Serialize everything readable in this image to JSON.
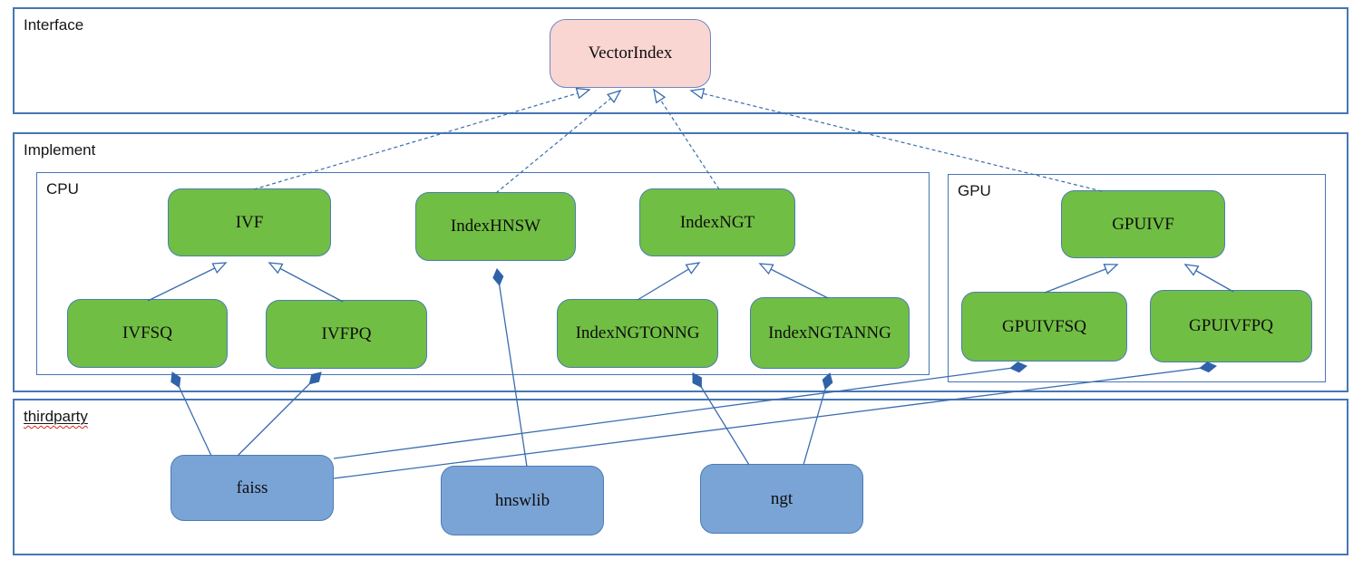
{
  "diagram": {
    "groups": {
      "interface": {
        "label": "Interface"
      },
      "implement": {
        "label": "Implement"
      },
      "cpu": {
        "label": "CPU"
      },
      "gpu": {
        "label": "GPU"
      },
      "thirdparty": {
        "label": "thirdparty"
      }
    },
    "nodes": {
      "vectorindex": {
        "label": "VectorIndex",
        "group": "interface",
        "kind": "interface"
      },
      "ivf": {
        "label": "IVF",
        "group": "cpu",
        "kind": "class"
      },
      "indexhnsw": {
        "label": "IndexHNSW",
        "group": "cpu",
        "kind": "class"
      },
      "indexngt": {
        "label": "IndexNGT",
        "group": "cpu",
        "kind": "class"
      },
      "ivfsq": {
        "label": "IVFSQ",
        "group": "cpu",
        "kind": "class"
      },
      "ivfpq": {
        "label": "IVFPQ",
        "group": "cpu",
        "kind": "class"
      },
      "indexngtonng": {
        "label": "IndexNGTONNG",
        "group": "cpu",
        "kind": "class"
      },
      "indexngtanng": {
        "label": "IndexNGTANNG",
        "group": "cpu",
        "kind": "class"
      },
      "gpuivf": {
        "label": "GPUIVF",
        "group": "gpu",
        "kind": "class"
      },
      "gpuivfsq": {
        "label": "GPUIVFSQ",
        "group": "gpu",
        "kind": "class"
      },
      "gpuivfpq": {
        "label": "GPUIVFPQ",
        "group": "gpu",
        "kind": "class"
      },
      "faiss": {
        "label": "faiss",
        "group": "thirdparty",
        "kind": "library"
      },
      "hnswlib": {
        "label": "hnswlib",
        "group": "thirdparty",
        "kind": "library"
      },
      "ngt": {
        "label": "ngt",
        "group": "thirdparty",
        "kind": "library"
      }
    },
    "edges": [
      {
        "from": "IVF",
        "to": "VectorIndex",
        "type": "realization-dashed-hollow-arrow"
      },
      {
        "from": "IndexHNSW",
        "to": "VectorIndex",
        "type": "realization-dashed-hollow-arrow"
      },
      {
        "from": "IndexNGT",
        "to": "VectorIndex",
        "type": "realization-dashed-hollow-arrow"
      },
      {
        "from": "GPUIVF",
        "to": "VectorIndex",
        "type": "realization-dashed-hollow-arrow"
      },
      {
        "from": "IVFSQ",
        "to": "IVF",
        "type": "generalization-hollow-arrow"
      },
      {
        "from": "IVFPQ",
        "to": "IVF",
        "type": "generalization-hollow-arrow"
      },
      {
        "from": "IndexNGTONNG",
        "to": "IndexNGT",
        "type": "generalization-hollow-arrow"
      },
      {
        "from": "IndexNGTANNG",
        "to": "IndexNGT",
        "type": "generalization-hollow-arrow"
      },
      {
        "from": "GPUIVFSQ",
        "to": "GPUIVF",
        "type": "generalization-hollow-arrow"
      },
      {
        "from": "GPUIVFPQ",
        "to": "GPUIVF",
        "type": "generalization-hollow-arrow"
      },
      {
        "from": "faiss",
        "to": "IVFSQ",
        "type": "composition-filled-diamond"
      },
      {
        "from": "faiss",
        "to": "IVFPQ",
        "type": "composition-filled-diamond"
      },
      {
        "from": "faiss",
        "to": "GPUIVFSQ",
        "type": "composition-filled-diamond"
      },
      {
        "from": "faiss",
        "to": "GPUIVFPQ",
        "type": "composition-filled-diamond"
      },
      {
        "from": "hnswlib",
        "to": "IndexHNSW",
        "type": "composition-filled-diamond"
      },
      {
        "from": "ngt",
        "to": "IndexNGTONNG",
        "type": "composition-filled-diamond"
      },
      {
        "from": "ngt",
        "to": "IndexNGTANNG",
        "type": "composition-filled-diamond"
      }
    ],
    "colors": {
      "container_border": "#4676b5",
      "connector": "#3a6cb0",
      "diamond_fill": "#2f62a8",
      "class_fill": "#71be44",
      "library_fill": "#7aa4d6",
      "interface_fill": "#f9d6d2",
      "spellcheck_underline": "#dd2222",
      "text": "#0d0d0d"
    }
  }
}
